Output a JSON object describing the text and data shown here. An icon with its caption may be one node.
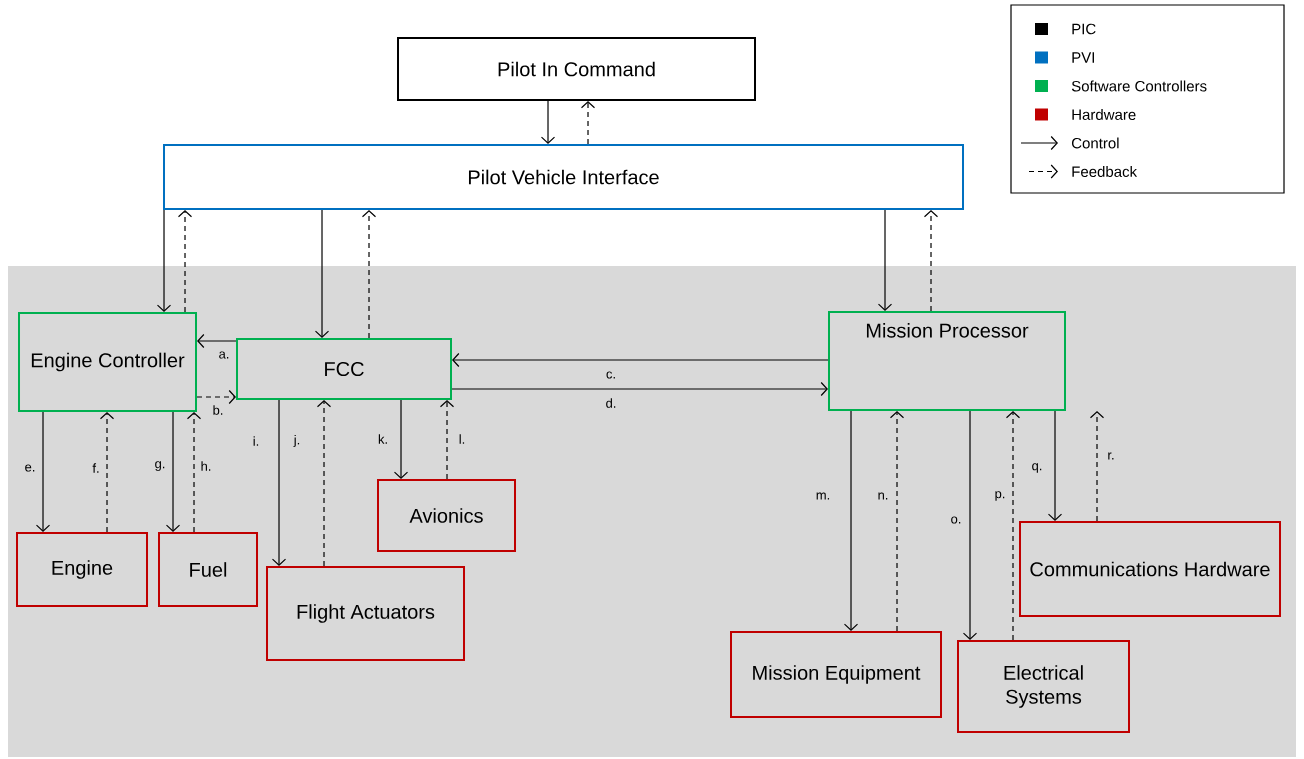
{
  "diagram": {
    "nodes": [
      {
        "text": [
          "Pilot In Command"
        ]
      },
      {
        "text": [
          "Pilot Vehicle Interface"
        ]
      },
      {
        "text": [
          "Engine Controller"
        ]
      },
      {
        "text": [
          "FCC"
        ]
      },
      {
        "text": [
          "Mission Processor"
        ]
      },
      {
        "text": [
          "Engine"
        ]
      },
      {
        "text": [
          "Fuel"
        ]
      },
      {
        "text": [
          "Flight Actuators"
        ]
      },
      {
        "text": [
          "Avionics"
        ]
      },
      {
        "text": [
          "Mission Equipment"
        ]
      },
      {
        "text": [
          "Electrical Systems"
        ]
      },
      {
        "text": [
          "Communications Hardware"
        ]
      }
    ],
    "edges": [
      {
        "from": 0,
        "to": 1,
        "arrow": "to"
      },
      {
        "from": 1,
        "to": 0,
        "arrow": "to",
        "style": "dashed"
      },
      {
        "from": 1,
        "to": 2,
        "arrow": "to"
      },
      {
        "from": 2,
        "to": 1,
        "arrow": "to",
        "style": "dashed"
      },
      {
        "from": 1,
        "to": 3,
        "arrow": "to"
      },
      {
        "from": 3,
        "to": 1,
        "arrow": "to",
        "style": "dashed"
      },
      {
        "from": 1,
        "to": 4,
        "arrow": "to"
      },
      {
        "from": 4,
        "to": 1,
        "arrow": "to",
        "style": "dashed"
      },
      {
        "from": 3,
        "to": 2,
        "arrow": "to",
        "label": "a."
      },
      {
        "from": 2,
        "to": 3,
        "arrow": "to",
        "style": "dashed",
        "label": "b."
      },
      {
        "from": 4,
        "to": 3,
        "arrow": "to",
        "label": "c."
      },
      {
        "from": 3,
        "to": 4,
        "arrow": "to",
        "label": "d."
      },
      {
        "from": 2,
        "to": 5,
        "arrow": "to",
        "label": "e."
      },
      {
        "from": 5,
        "to": 2,
        "arrow": "to",
        "style": "dashed",
        "label": "f."
      },
      {
        "from": 2,
        "to": 6,
        "arrow": "to",
        "label": "g."
      },
      {
        "from": 6,
        "to": 2,
        "arrow": "to",
        "style": "dashed",
        "label": "h."
      },
      {
        "from": 3,
        "to": 7,
        "arrow": "to",
        "label": "i."
      },
      {
        "from": 7,
        "to": 3,
        "arrow": "to",
        "style": "dashed",
        "label": "j."
      },
      {
        "from": 3,
        "to": 8,
        "arrow": "to",
        "label": "k."
      },
      {
        "from": 8,
        "to": 3,
        "arrow": "to",
        "style": "dashed",
        "label": "l."
      },
      {
        "from": 4,
        "to": 9,
        "arrow": "to",
        "label": "m."
      },
      {
        "from": 9,
        "to": 4,
        "arrow": "to",
        "style": "dashed",
        "label": "n."
      },
      {
        "from": 4,
        "to": 10,
        "arrow": "to",
        "label": "o."
      },
      {
        "from": 10,
        "to": 4,
        "arrow": "to",
        "style": "dashed",
        "label": "p."
      },
      {
        "from": 4,
        "to": 11,
        "arrow": "to",
        "label": "q."
      },
      {
        "from": 11,
        "to": 4,
        "arrow": "to",
        "style": "dashed",
        "label": "r."
      }
    ],
    "legend": [
      {
        "text": "PIC",
        "color": "#000000"
      },
      {
        "text": "PVI",
        "color": "#0070c0"
      },
      {
        "text": "Software Controllers",
        "color": "#00b050"
      },
      {
        "text": "Hardware",
        "color": "#c00000"
      },
      {
        "text": "Control"
      },
      {
        "text": "Feedback"
      }
    ]
  }
}
